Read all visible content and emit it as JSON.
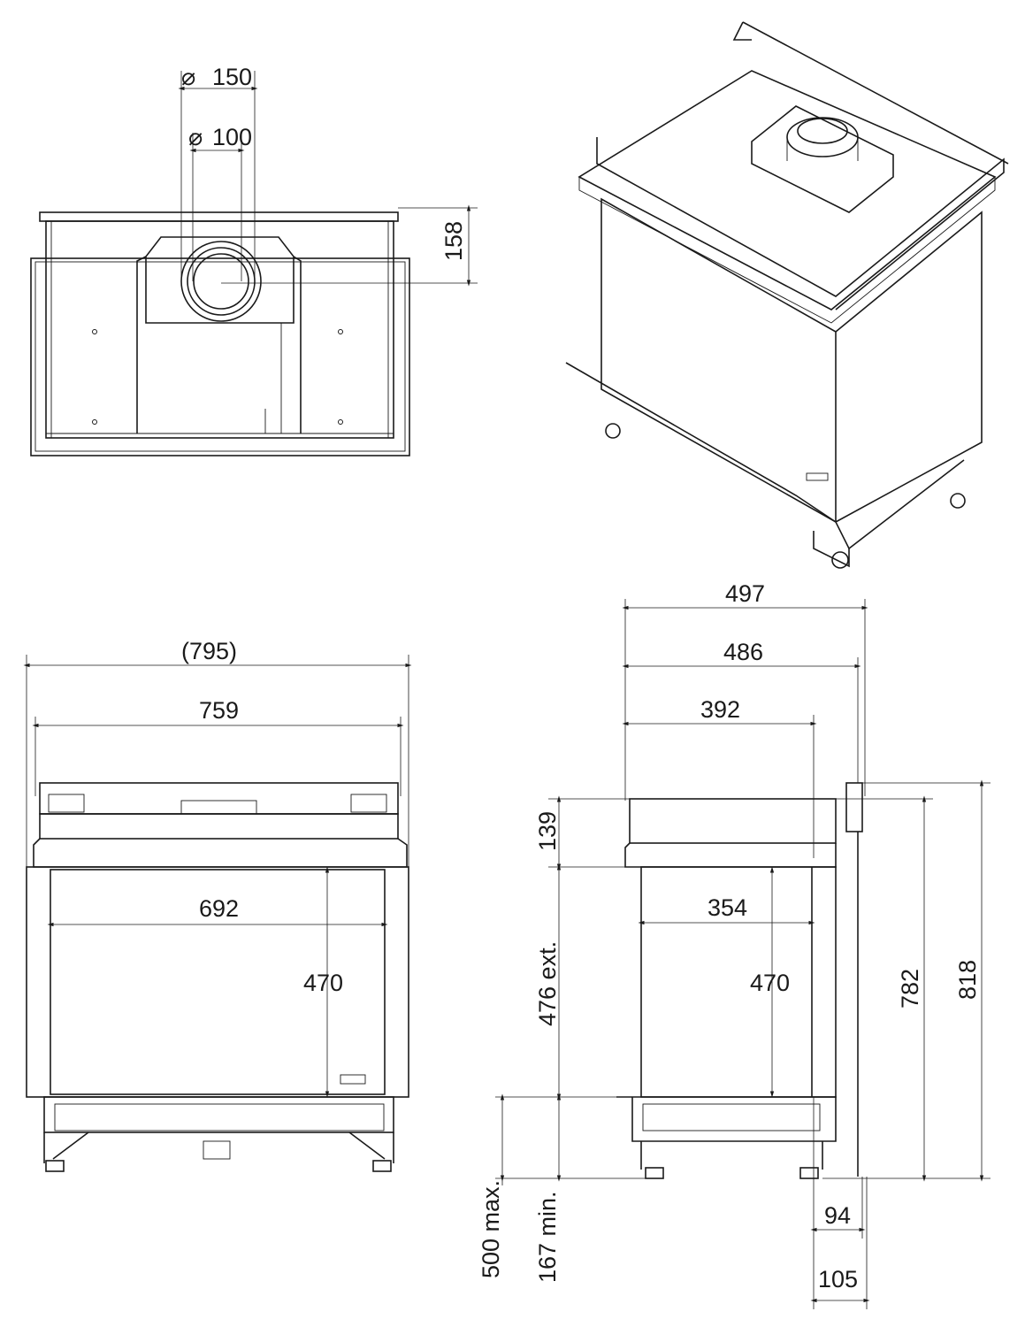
{
  "top_view": {
    "flue_outer": "150",
    "flue_inner": "100",
    "flue_offset": "158",
    "diameter_symbol": "⌀"
  },
  "front_view": {
    "overall_width": "(795)",
    "width": "759",
    "glass_width": "692",
    "glass_height": "470"
  },
  "side_view": {
    "depth_overall": "497",
    "depth": "486",
    "top_depth": "392",
    "glass_depth": "354",
    "glass_height": "470",
    "top_height": "139",
    "body_height": "476 ext.",
    "base_height_max": "500 max.",
    "base_height_min": "167 min.",
    "height_782": "782",
    "height_818": "818",
    "rear_94": "94",
    "rear_105": "105"
  }
}
